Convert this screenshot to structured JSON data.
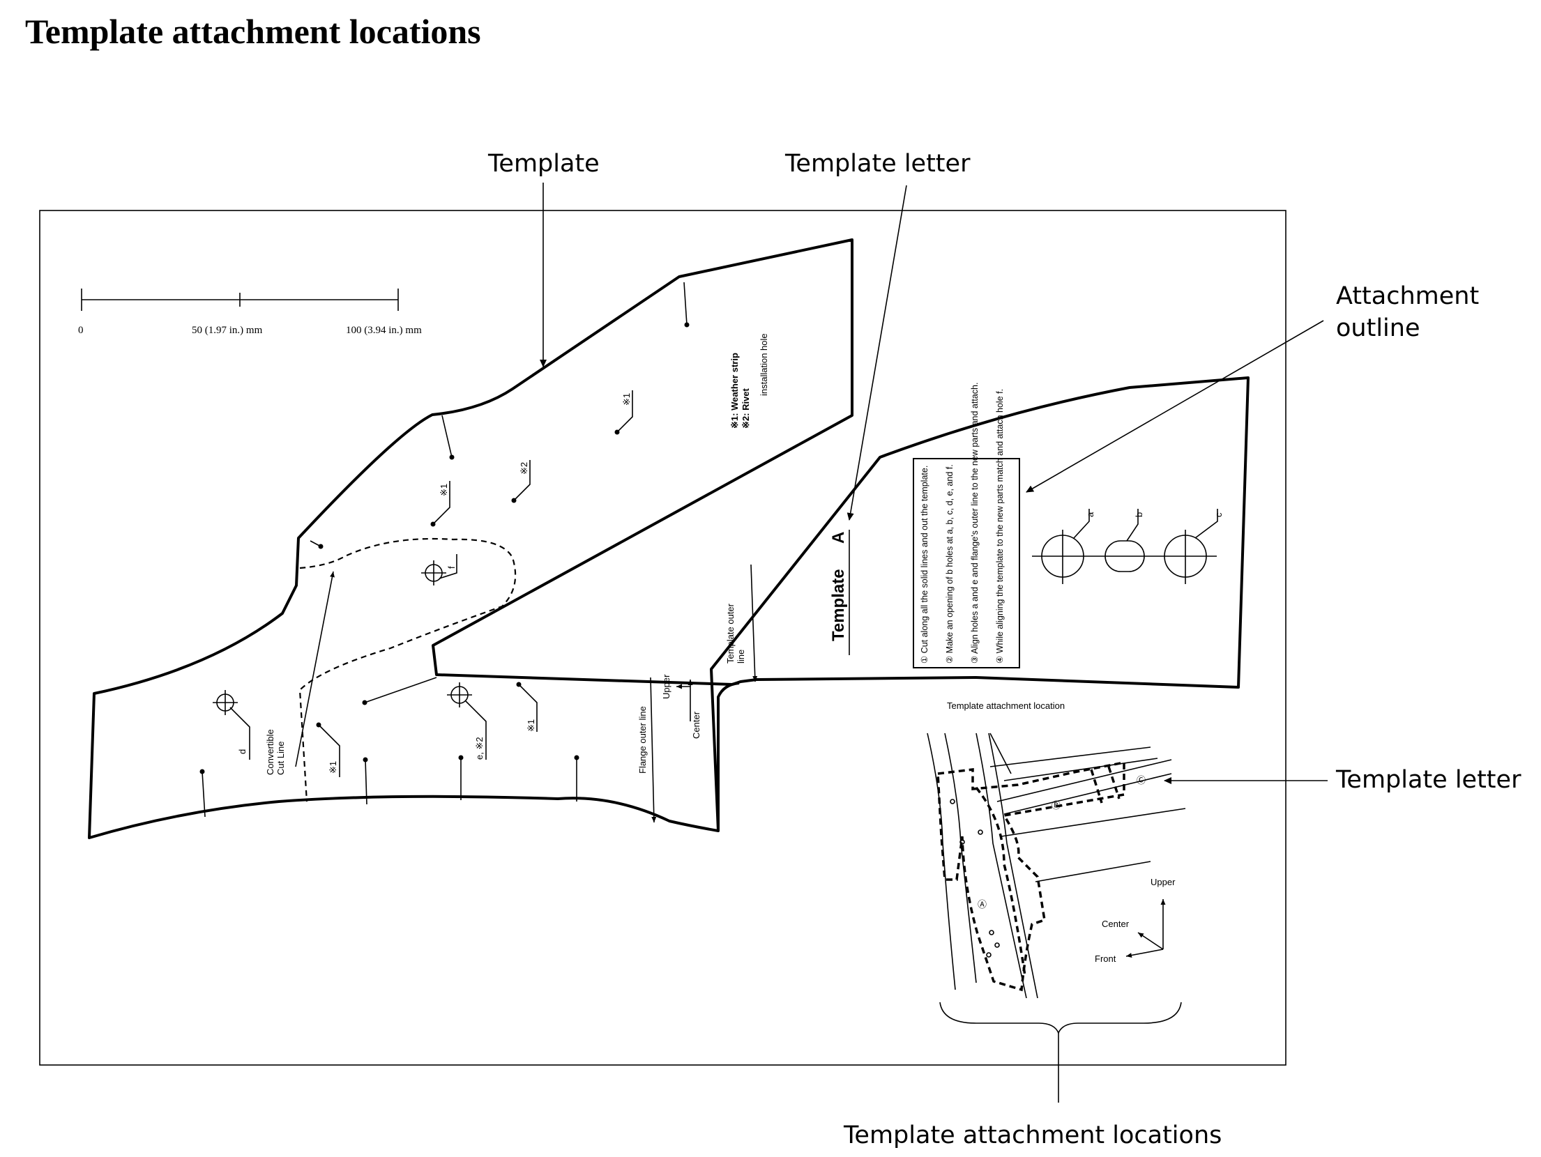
{
  "title": "Template attachment locations",
  "callouts": {
    "template": "Template",
    "template_letter_top": "Template letter",
    "attachment_outline": "Attachment\noutline",
    "template_letter_right": "Template letter",
    "template_attachment_locations": "Template attachment locations"
  },
  "scale_bar": {
    "zero": "0",
    "mid": "50 (1.97 in.) mm",
    "end": "100 (3.94 in.) mm"
  },
  "legend_note": {
    "line1": "※1: Weather strip",
    "line2": "※2: Rivet",
    "line3": "installation hole"
  },
  "marks": {
    "weather_strip": "※1",
    "rivet": "※2",
    "e_rivet": "e, ※2",
    "d": "d",
    "f": "f",
    "a": "a",
    "b": "b",
    "c": "c"
  },
  "labels": {
    "convertible_cut_line": "Convertible\nCut Line",
    "flange_outer_line": "Flange outer line",
    "template_outer_line": "Template outer\nline",
    "upper": "Upper",
    "center": "Center",
    "front": "Front",
    "template_name": "Template",
    "template_letter": "A"
  },
  "instructions": [
    "① Cut along all the solid lines and out the template.",
    "② Make an opening of b holes at a, b, c, d, e, and f.",
    "③ Align holes a and e and flange's outer line to the new parts and attach.",
    "④ While aligning the template to the new parts match and attach hole f."
  ],
  "inset": {
    "title": "Template attachment location",
    "letter_a": "Ⓐ",
    "letter_b": "Ⓑ",
    "letter_c": "Ⓒ",
    "upper": "Upper",
    "center": "Center",
    "front": "Front"
  }
}
